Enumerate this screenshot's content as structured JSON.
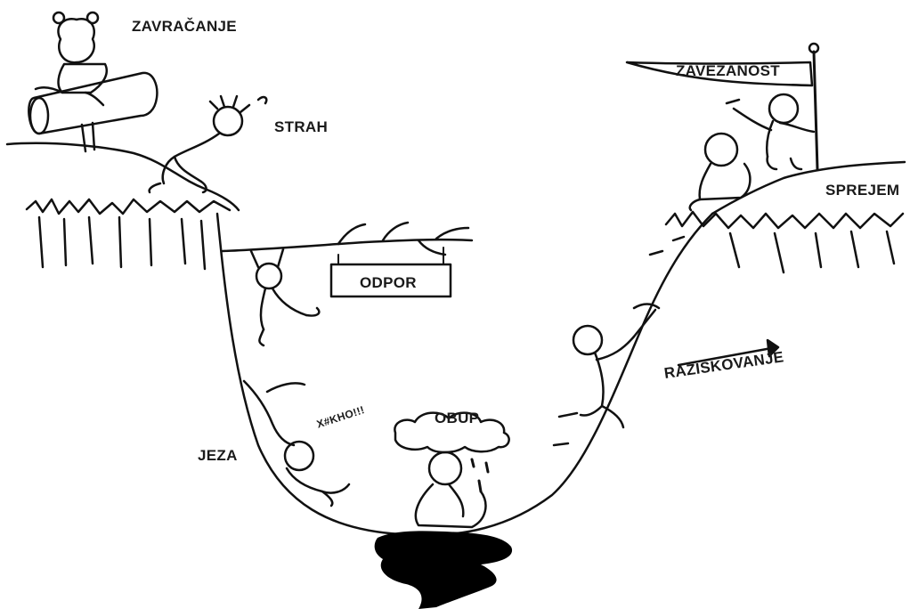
{
  "labels": {
    "zavracanje": "ZAVRAČANJE",
    "strah": "STRAH",
    "odpor": "ODPOR",
    "jeza": "JEZA",
    "obup": "OBUP",
    "raziskovanje": "RAZISKOVANJE",
    "sprejem": "SPREJEM",
    "zavezanost": "ZAVEZANOST",
    "exclaim": "X#KHO!!!"
  },
  "colors": {
    "ink": "#111111",
    "paper": "#ffffff",
    "puddle": "#000000"
  },
  "icons": [
    "bear-on-log-icon",
    "scared-figure-icon",
    "hanging-figure-icon",
    "angry-falling-figure-icon",
    "despair-figure-icon",
    "climbing-figure-icon",
    "accepting-figure-icon",
    "flag-waving-figure-icon",
    "flag-icon",
    "arrow-right-icon",
    "rain-cloud-icon"
  ]
}
